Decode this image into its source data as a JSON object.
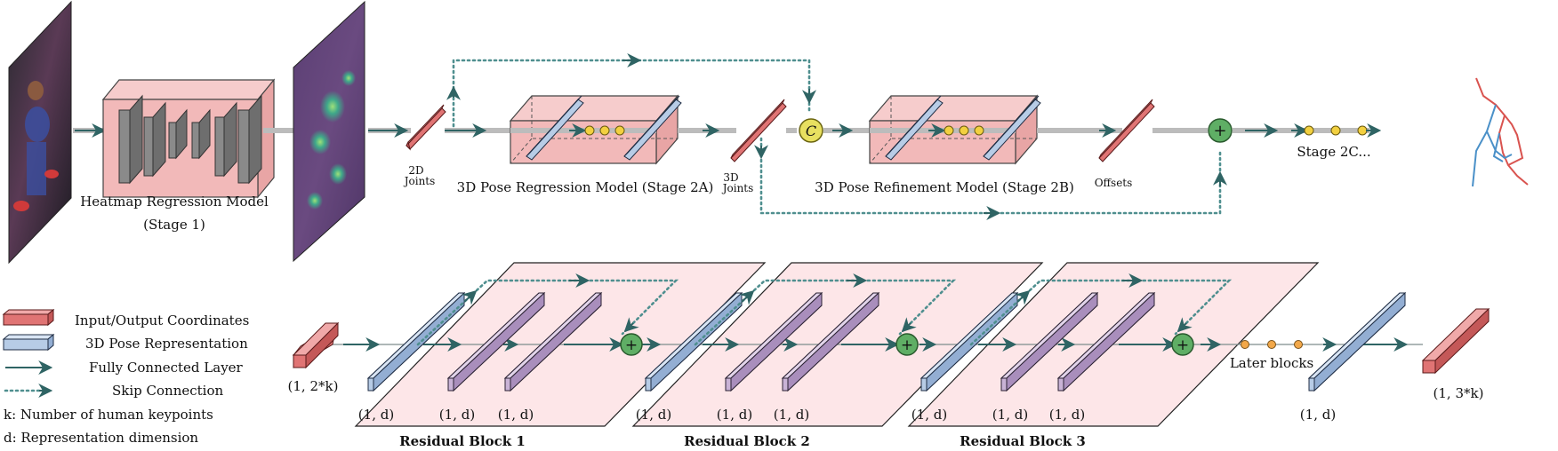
{
  "labels": {
    "heatmap_model": "Heatmap Regression Model",
    "stage1": "(Stage 1)",
    "joints2d_a": "2D",
    "joints2d_b": "Joints",
    "pose_regression": "3D Pose Regression Model (Stage 2A)",
    "joints3d_a": "3D",
    "joints3d_b": "Joints",
    "pose_refinement": "3D Pose Refinement Model (Stage 2B)",
    "offsets": "Offsets",
    "stage2c": "Stage 2C...",
    "concat_symbol": "C",
    "plus_symbol": "+"
  },
  "legend": {
    "io_coords": "Input/Output Coordinates",
    "pose_repr": "3D Pose Representation",
    "fc_layer": "Fully Connected Layer",
    "skip": "Skip Connection",
    "k_def": "k: Number of human keypoints",
    "d_def": "d: Representation dimension"
  },
  "dims": {
    "input": "(1, 2*k)",
    "output": "(1, 3*k)",
    "rep": "(1, d)"
  },
  "blocks": {
    "rb1": "Residual Block 1",
    "rb2": "Residual Block 2",
    "rb3": "Residual Block 3",
    "later": "Later blocks"
  },
  "colors": {
    "io_red": "#e07474",
    "repr_blue": "#b7cce6",
    "residual_purple": "#c9b3d6",
    "plate_pink": "#fde6e8",
    "box_pink": "#f2b9b9",
    "skip_teal": "#4f8f8f",
    "plus_green": "#5fae65",
    "skeleton_red": "#d9534f",
    "skeleton_blue": "#4a90c8"
  }
}
